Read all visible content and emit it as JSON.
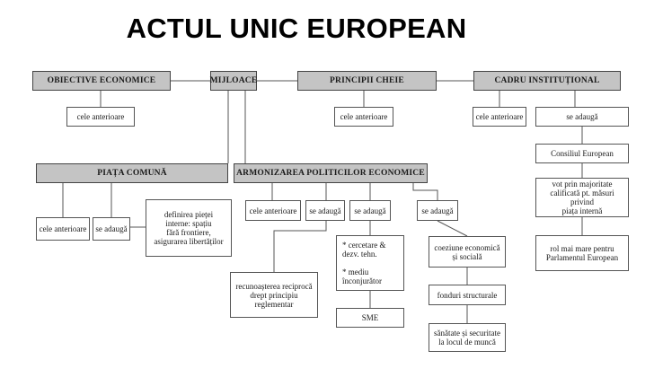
{
  "title": "ACTUL UNIC EUROPEAN",
  "nodes": {
    "obiective": "OBIECTIVE ECONOMICE",
    "mijloace": "MIJLOACE",
    "principii": "PRINCIPII CHEIE",
    "cadru": "CADRU INSTITUȚIONAL",
    "obiective_ant": "cele anterioare",
    "principii_ant": "cele anterioare",
    "cadru_ant": "cele anterioare",
    "cadru_add": "se adaugă",
    "consiliu": "Consiliul European",
    "vot": "vot prin majoritate\ncalificată pt. măsuri privind\npiața internă",
    "parlament": "rol mai mare pentru\nParlamentul European",
    "piata": "PIAȚA COMUNĂ",
    "piata_ant": "cele anterioare",
    "piata_add": "se adaugă",
    "definirea": "definirea pieței\ninterne: spațiu\nfără frontiere,\nasigurarea libertăților",
    "armonizarea": "ARMONIZAREA POLITICILOR ECONOMICE",
    "arm_ant": "cele anterioare",
    "arm_add1": "se adaugă",
    "arm_add2": "se adaugă",
    "arm_add3": "se adaugă",
    "recunoasterea": "recunoașterea reciprocă\ndrept principiu\nreglementar",
    "cercetare": "* cercetare &\n dezv. tehn.\n\n* mediu\n înconjurător",
    "sme": "SME",
    "coeziune": "coeziune economică\nși socială",
    "fonduri": "fonduri structurale",
    "sanatate": "sănătate și securitate\nla locul de muncă"
  },
  "colors": {
    "header_fill": "#c4c4c4",
    "line": "#555555"
  }
}
